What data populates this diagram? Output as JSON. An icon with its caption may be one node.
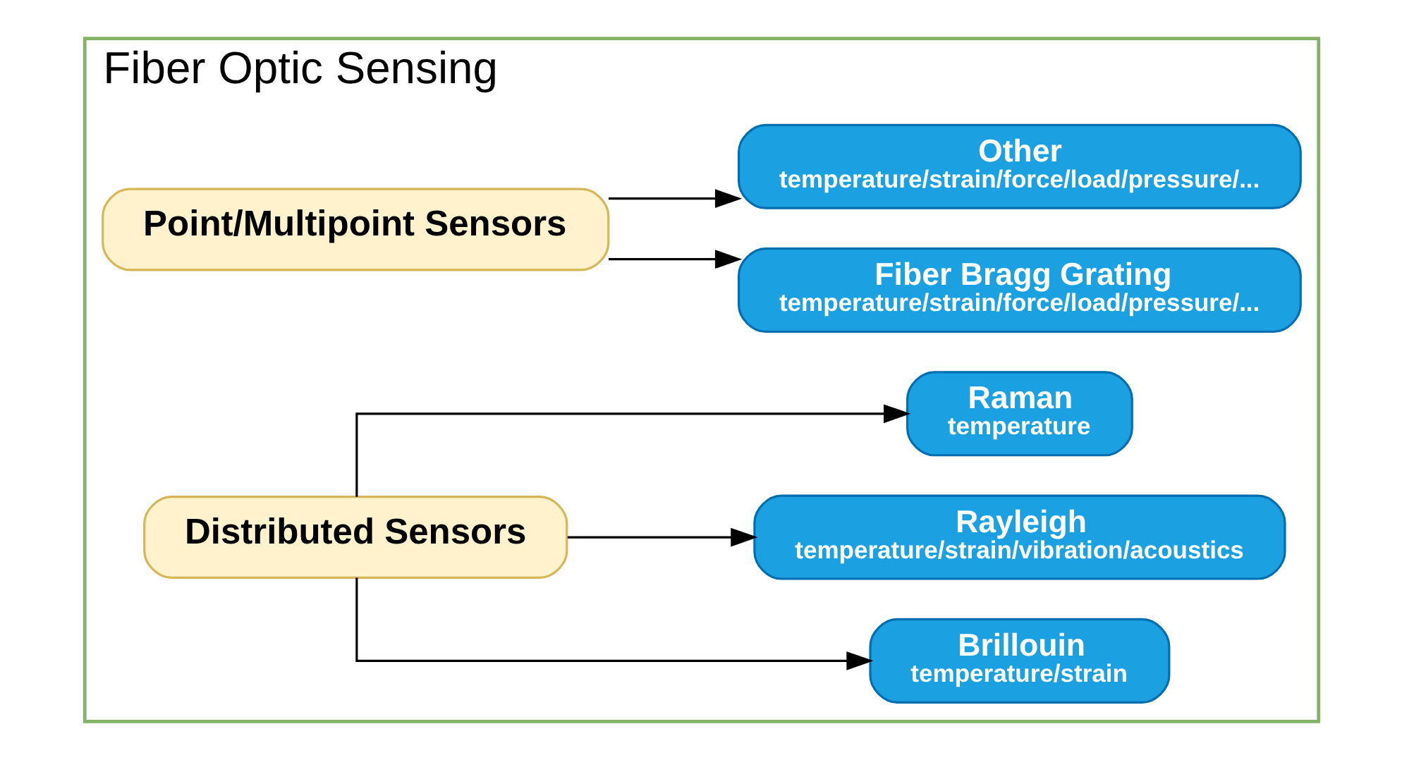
{
  "diagram": {
    "nodes": [
      {
        "text": [
          "Fiber Optic Sensing"
        ]
      },
      {
        "text": [
          "Point/Multipoint Sensors"
        ],
        "in": 0
      },
      {
        "text": [
          "Fiber Bragg Grating",
          "temperature/strain/force/load/pressure/..."
        ],
        "in": 0
      },
      {
        "text": [
          "Other",
          "temperature/strain/force/load/pressure/..."
        ],
        "in": 0
      },
      {
        "text": [
          "Distributed Sensors"
        ],
        "in": 0
      },
      {
        "text": [
          "Brillouin",
          "temperature/strain"
        ],
        "in": 0
      },
      {
        "text": [
          "Rayleigh",
          "temperature/strain/vibration/acoustics"
        ],
        "in": 0
      },
      {
        "text": [
          "Raman",
          "temperature"
        ],
        "in": 0
      }
    ],
    "edges": [
      {
        "from": 1,
        "to": 2,
        "arrow": "to"
      },
      {
        "from": 1,
        "to": 3,
        "arrow": "to"
      },
      {
        "from": 4,
        "to": 5,
        "arrow": "to"
      },
      {
        "from": 4,
        "to": 6,
        "arrow": "to"
      },
      {
        "from": 4,
        "to": 7,
        "arrow": "to"
      }
    ]
  }
}
